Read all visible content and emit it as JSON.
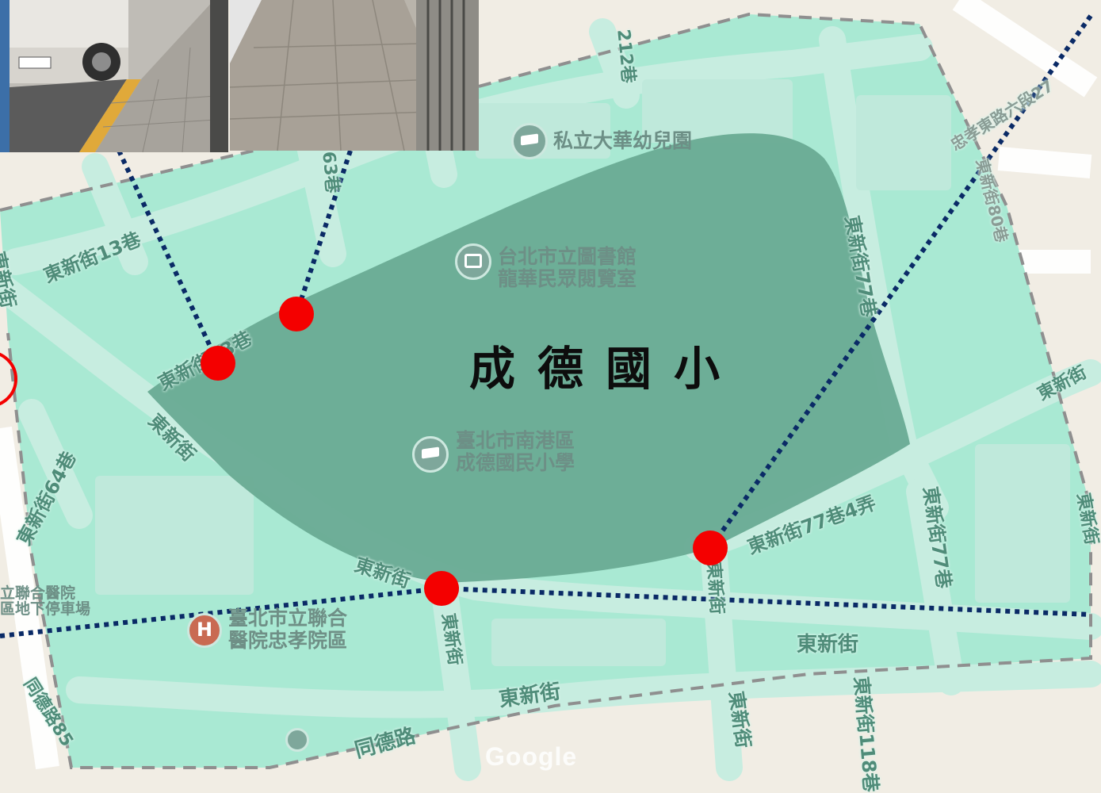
{
  "map": {
    "title": "成德國小",
    "attribution": "Google",
    "colors": {
      "base": "#f1ede4",
      "zone_fill": "#9fe5cd",
      "core_fill": "#5fa68e",
      "road": "#c8ebdf",
      "boundary": "#8f8f8f",
      "dotted_line": "#0a2a66",
      "marker": "#f40000"
    },
    "streets": [
      "東新街13巷",
      "東新街",
      "東新街63巷",
      "東新街",
      "東新街64巷",
      "東新街",
      "東新街77巷",
      "東新街77巷4弄",
      "東新街77巷",
      "東新街",
      "東新街",
      "東新街",
      "東新街",
      "東新街118巷",
      "東新街",
      "同德路",
      "同德路85",
      "忠孝東路六段27",
      "東新街80巷",
      "東新街",
      "東新街",
      "212巷",
      "63巷"
    ],
    "pois": {
      "kindergarten": "私立大華幼兒園",
      "library_line1": "台北市立圖書館",
      "library_line2": "龍華民眾閱覽室",
      "school_line1": "臺北市南港區",
      "school_line2": "成德國民小學",
      "hospital_line1": "臺北市立聯合",
      "hospital_line2": "醫院忠孝院區",
      "hospital_edge_line1": "立聯合醫院",
      "hospital_edge_line2": "區地下停車場"
    },
    "photos": [
      "sidewalk-photo-left",
      "sidewalk-photo-right"
    ],
    "markers": 4
  }
}
